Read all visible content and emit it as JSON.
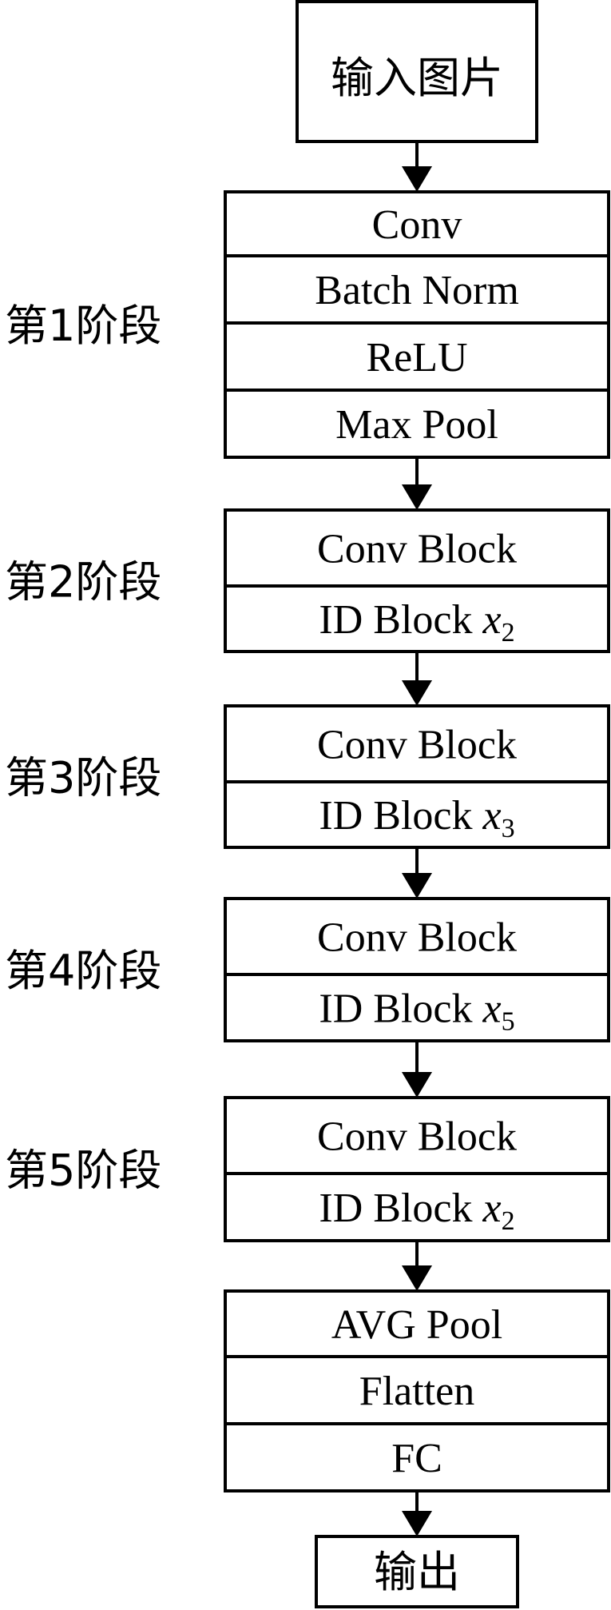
{
  "input": {
    "label": "输入图片"
  },
  "output": {
    "label": "输出"
  },
  "stages": [
    {
      "label": "第1阶段",
      "rows": [
        {
          "text": "Conv"
        },
        {
          "text": "Batch Norm"
        },
        {
          "text": "ReLU"
        },
        {
          "text": "Max Pool"
        }
      ]
    },
    {
      "label": "第2阶段",
      "rows": [
        {
          "text": "Conv Block"
        },
        {
          "text": "ID Block ",
          "var": "x",
          "sub": "2"
        }
      ]
    },
    {
      "label": "第3阶段",
      "rows": [
        {
          "text": "Conv Block"
        },
        {
          "text": "ID Block ",
          "var": "x",
          "sub": "3"
        }
      ]
    },
    {
      "label": "第4阶段",
      "rows": [
        {
          "text": "Conv Block"
        },
        {
          "text": "ID Block ",
          "var": "x",
          "sub": "5"
        }
      ]
    },
    {
      "label": "第5阶段",
      "rows": [
        {
          "text": "Conv Block"
        },
        {
          "text": "ID Block ",
          "var": "x",
          "sub": "2"
        }
      ]
    }
  ],
  "head": {
    "rows": [
      {
        "text": "AVG Pool"
      },
      {
        "text": "Flatten"
      },
      {
        "text": "FC"
      }
    ]
  }
}
